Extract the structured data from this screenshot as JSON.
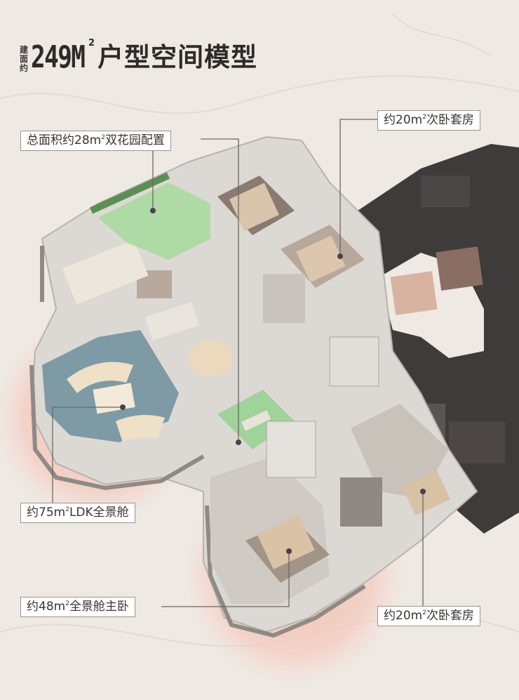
{
  "header": {
    "prefix": [
      "建",
      "面",
      "约"
    ],
    "area_number": "249M",
    "area_superscript": "2",
    "title": "户型空间模型"
  },
  "callouts": [
    {
      "id": "garden",
      "text_before": "总面积约28m",
      "sup": "2",
      "text_after": "双花园配置"
    },
    {
      "id": "second_bedroom_top",
      "text_before": "约20m",
      "sup": "2",
      "text_after": "次卧套房"
    },
    {
      "id": "ldk",
      "text_before": "约75m",
      "sup": "2",
      "text_after": "LDK全景舱"
    },
    {
      "id": "master_bedroom",
      "text_before": "约48m",
      "sup": "2",
      "text_after": "全景舱主卧"
    },
    {
      "id": "second_bedroom_bottom",
      "text_before": "约20m",
      "sup": "2",
      "text_after": "次卧套房"
    }
  ],
  "colors": {
    "background": "#efe9e4",
    "highlight_circle": "#f3c3b6",
    "garden_green": "#a8d9a0",
    "floor": "#d9d6d2",
    "dark_wing": "#3e3c3b"
  }
}
